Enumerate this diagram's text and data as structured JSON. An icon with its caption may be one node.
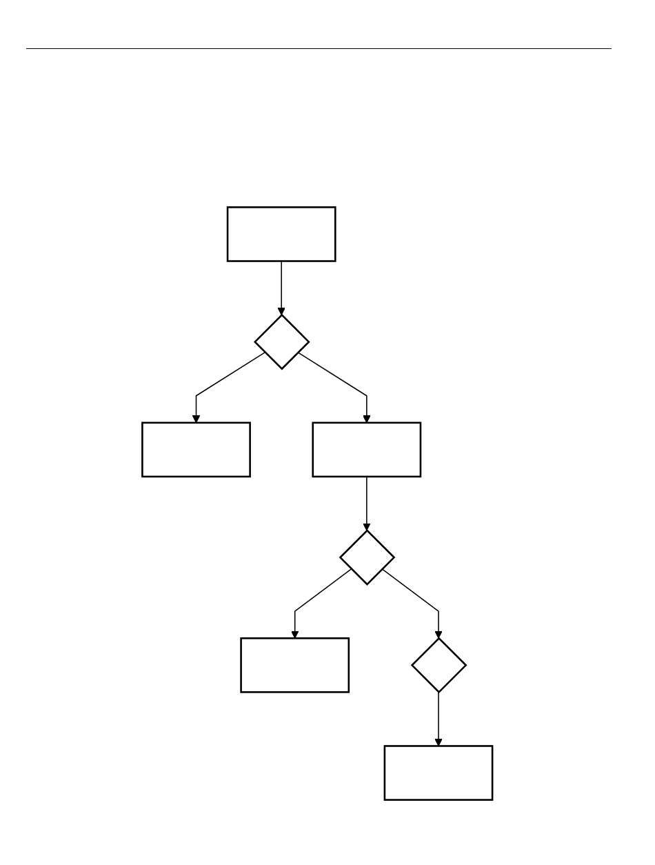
{
  "diagram": {
    "nodes": [
      {
        "text": [],
        "shape": "box"
      },
      {
        "text": [],
        "shape": "diamond"
      },
      {
        "text": [],
        "shape": "box"
      },
      {
        "text": [],
        "shape": "box"
      },
      {
        "text": [],
        "shape": "diamond"
      },
      {
        "text": [],
        "shape": "box"
      },
      {
        "text": [],
        "shape": "diamond"
      },
      {
        "text": [],
        "shape": "box"
      }
    ],
    "edges": [
      {
        "from": 0,
        "to": 1,
        "arrow": "to"
      },
      {
        "from": 1,
        "to": 2,
        "arrow": "to"
      },
      {
        "from": 1,
        "to": 3,
        "arrow": "to"
      },
      {
        "from": 3,
        "to": 4,
        "arrow": "to"
      },
      {
        "from": 4,
        "to": 5,
        "arrow": "to"
      },
      {
        "from": 4,
        "to": 6,
        "arrow": "to"
      },
      {
        "from": 6,
        "to": 7,
        "arrow": "to"
      }
    ]
  }
}
